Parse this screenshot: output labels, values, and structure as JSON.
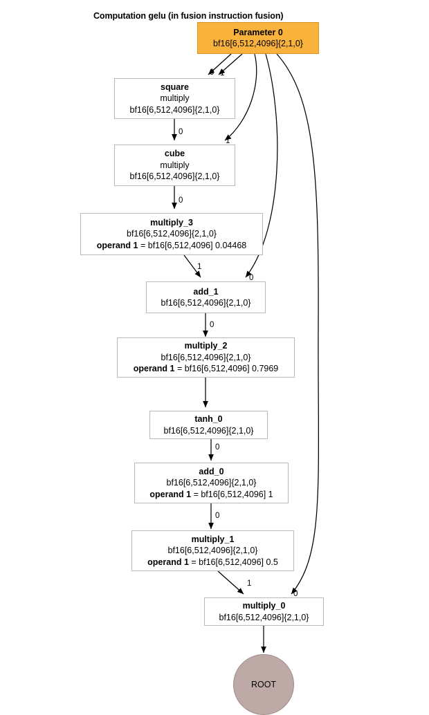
{
  "title": "Computation gelu (in fusion instruction fusion)",
  "colors": {
    "parameter_fill": "#f9b23c",
    "parameter_border": "#d89223",
    "node_fill": "#ffffff",
    "node_border": "#b8b8b8",
    "root_fill": "#bdaaa6",
    "edge": "#000000",
    "text": "#000000"
  },
  "shape_type": "bf16[6,512,4096]{2,1,0}",
  "nodes": [
    {
      "id": "parameter_0",
      "kind": "parameter",
      "name": "Parameter 0",
      "shape": "bf16[6,512,4096]{2,1,0}",
      "lines": [
        "Parameter 0",
        "bf16[6,512,4096]{2,1,0}"
      ]
    },
    {
      "id": "square",
      "kind": "op",
      "name": "square",
      "opcode": "multiply",
      "shape": "bf16[6,512,4096]{2,1,0}",
      "lines": [
        "square",
        "multiply",
        "bf16[6,512,4096]{2,1,0}"
      ]
    },
    {
      "id": "cube",
      "kind": "op",
      "name": "cube",
      "opcode": "multiply",
      "shape": "bf16[6,512,4096]{2,1,0}",
      "lines": [
        "cube",
        "multiply",
        "bf16[6,512,4096]{2,1,0}"
      ]
    },
    {
      "id": "multiply_3",
      "kind": "op",
      "name": "multiply_3",
      "shape": "bf16[6,512,4096]{2,1,0}",
      "operand_label": "operand 1",
      "operand_value": " = bf16[6,512,4096] 0.04468",
      "lines": [
        "multiply_3",
        "bf16[6,512,4096]{2,1,0}"
      ]
    },
    {
      "id": "add_1",
      "kind": "op",
      "name": "add_1",
      "shape": "bf16[6,512,4096]{2,1,0}",
      "lines": [
        "add_1",
        "bf16[6,512,4096]{2,1,0}"
      ]
    },
    {
      "id": "multiply_2",
      "kind": "op",
      "name": "multiply_2",
      "shape": "bf16[6,512,4096]{2,1,0}",
      "operand_label": "operand 1",
      "operand_value": " = bf16[6,512,4096] 0.7969",
      "lines": [
        "multiply_2",
        "bf16[6,512,4096]{2,1,0}"
      ]
    },
    {
      "id": "tanh_0",
      "kind": "op",
      "name": "tanh_0",
      "shape": "bf16[6,512,4096]{2,1,0}",
      "lines": [
        "tanh_0",
        "bf16[6,512,4096]{2,1,0}"
      ]
    },
    {
      "id": "add_0",
      "kind": "op",
      "name": "add_0",
      "shape": "bf16[6,512,4096]{2,1,0}",
      "operand_label": "operand 1",
      "operand_value": " = bf16[6,512,4096] 1",
      "lines": [
        "add_0",
        "bf16[6,512,4096]{2,1,0}"
      ]
    },
    {
      "id": "multiply_1",
      "kind": "op",
      "name": "multiply_1",
      "shape": "bf16[6,512,4096]{2,1,0}",
      "operand_label": "operand 1",
      "operand_value": " = bf16[6,512,4096] 0.5",
      "lines": [
        "multiply_1",
        "bf16[6,512,4096]{2,1,0}"
      ]
    },
    {
      "id": "multiply_0",
      "kind": "op",
      "name": "multiply_0",
      "shape": "bf16[6,512,4096]{2,1,0}",
      "lines": [
        "multiply_0",
        "bf16[6,512,4096]{2,1,0}"
      ]
    },
    {
      "id": "root",
      "kind": "root",
      "name": "ROOT",
      "lines": [
        "ROOT"
      ]
    }
  ],
  "edges": [
    {
      "from": "parameter_0",
      "to": "square",
      "label": "0"
    },
    {
      "from": "parameter_0",
      "to": "square",
      "label": "1"
    },
    {
      "from": "parameter_0",
      "to": "cube",
      "label": "1"
    },
    {
      "from": "parameter_0",
      "to": "add_1",
      "label": "0"
    },
    {
      "from": "parameter_0",
      "to": "multiply_0",
      "label": "0"
    },
    {
      "from": "square",
      "to": "cube",
      "label": "0"
    },
    {
      "from": "cube",
      "to": "multiply_3",
      "label": "0"
    },
    {
      "from": "multiply_3",
      "to": "add_1",
      "label": "1"
    },
    {
      "from": "add_1",
      "to": "multiply_2",
      "label": "0"
    },
    {
      "from": "multiply_2",
      "to": "tanh_0",
      "label": ""
    },
    {
      "from": "tanh_0",
      "to": "add_0",
      "label": "0"
    },
    {
      "from": "add_0",
      "to": "multiply_1",
      "label": "0"
    },
    {
      "from": "multiply_1",
      "to": "multiply_0",
      "label": "1"
    },
    {
      "from": "multiply_0",
      "to": "root",
      "label": ""
    }
  ]
}
